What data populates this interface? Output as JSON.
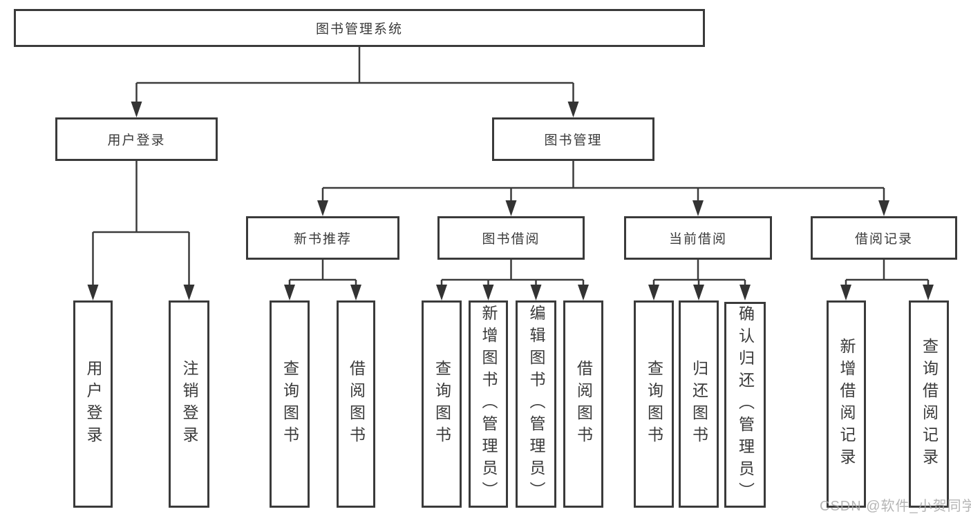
{
  "tree": {
    "label": "图书管理系统",
    "children": [
      {
        "label": "用户登录",
        "children": [
          {
            "label": "用户登录"
          },
          {
            "label": "注销登录"
          }
        ]
      },
      {
        "label": "图书管理",
        "children": [
          {
            "label": "新书推荐",
            "children": [
              {
                "label": "查询图书"
              },
              {
                "label": "借阅图书"
              }
            ]
          },
          {
            "label": "图书借阅",
            "children": [
              {
                "label": "查询图书"
              },
              {
                "label": "新增图书（管理员）"
              },
              {
                "label": "编辑图书（管理员）"
              },
              {
                "label": "借阅图书"
              }
            ]
          },
          {
            "label": "当前借阅",
            "children": [
              {
                "label": "查询图书"
              },
              {
                "label": "归还图书"
              },
              {
                "label": "确认归还（管理员）"
              }
            ]
          },
          {
            "label": "借阅记录",
            "children": [
              {
                "label": "新增借阅记录"
              },
              {
                "label": "查询借阅记录"
              }
            ]
          }
        ]
      }
    ]
  },
  "watermark": {
    "text": "CSDN @软件_小贺同学"
  },
  "colors": {
    "line": "#3b3b3b",
    "border": "#3a3a3a",
    "text": "#3a3a3a",
    "watermark": "#a8a8a8",
    "background": "#ffffff"
  }
}
